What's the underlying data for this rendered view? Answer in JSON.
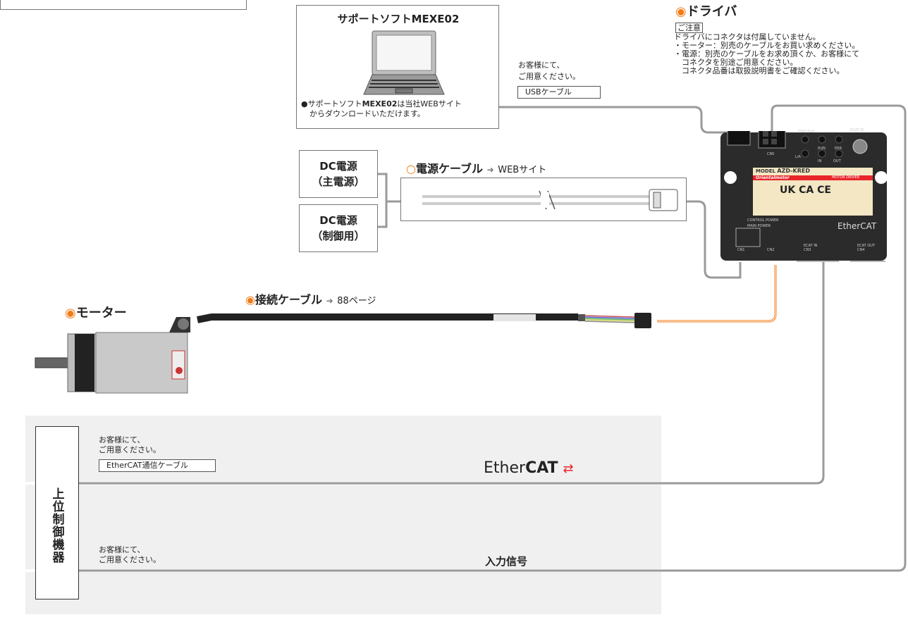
{
  "support_software": {
    "title": "サポートソフトMEXE02",
    "note_prefix": "●サポートソフト",
    "note_bold": "MEXE02",
    "note_line1_suffix": "は当社WEBサイト",
    "note_line2": "からダウンロードいただけます。"
  },
  "usb": {
    "prep_line1": "お客様にて、",
    "prep_line2": "ご用意ください。",
    "cable_label": "USBケーブル"
  },
  "driver": {
    "title": "ドライバ",
    "caution_tag": "ご注意",
    "notes": [
      "ドライバにコネクタは付属していません。",
      "・モーター：別売のケーブルをお買い求めください。",
      "・電源：別売のケーブルをお求め頂くか、お客様にて",
      "　コネクタを別途ご用意ください。",
      "　コネクタ品番は取扱説明書をご確認ください。"
    ],
    "device": {
      "model_prefix": "MODEL",
      "model": "AZD-KRED",
      "brand": "Orientalmotor",
      "type": "MOTOR DRIVER",
      "marks": "UK CA  CE",
      "ethercat": "EtherCAT",
      "leds": [
        "PWR/ALM",
        "RUN",
        "ERR",
        "L/A",
        "IN",
        "OUT"
      ],
      "ecat_id": "ECAT ID",
      "cn5": "CN5",
      "cn1": "CN1",
      "cn2": "CN2",
      "cn3": "ECAT IN CN3",
      "cn4": "ECAT OUT CN4",
      "power_labels": [
        "CONTROL POWER",
        "MAIN POWER"
      ]
    }
  },
  "power": {
    "main_line1": "DC電源",
    "main_line2": "（主電源）",
    "ctrl_line1": "DC電源",
    "ctrl_line2": "（制御用）",
    "cable_title": "電源ケーブル",
    "cable_arrow": "➜",
    "cable_ref": "WEBサイト"
  },
  "motor": {
    "title": "モーター"
  },
  "connection_cable": {
    "title": "接続ケーブル",
    "arrow": "➜",
    "ref": "88ページ"
  },
  "host": {
    "label": "上位制御機器",
    "ethercat_prep_line1": "お客様にて、",
    "ethercat_prep_line2": "ご用意ください。",
    "ethercat_cable_label": "EtherCAT通信ケーブル",
    "ethercat_logo_thin": "Ether",
    "ethercat_logo_bold": "CAT",
    "input_prep_line1": "お客様にて、",
    "input_prep_line2": "ご用意ください。",
    "input_signal": "入力信号"
  },
  "colors": {
    "accent_orange": "#f07c18",
    "wire_gray": "#9a9a9a",
    "band_gray": "#f0f0f0",
    "ethercat_red": "#e8262a",
    "driver_body": "#2b2b2b",
    "label_yellow": "#f3e7c4"
  }
}
